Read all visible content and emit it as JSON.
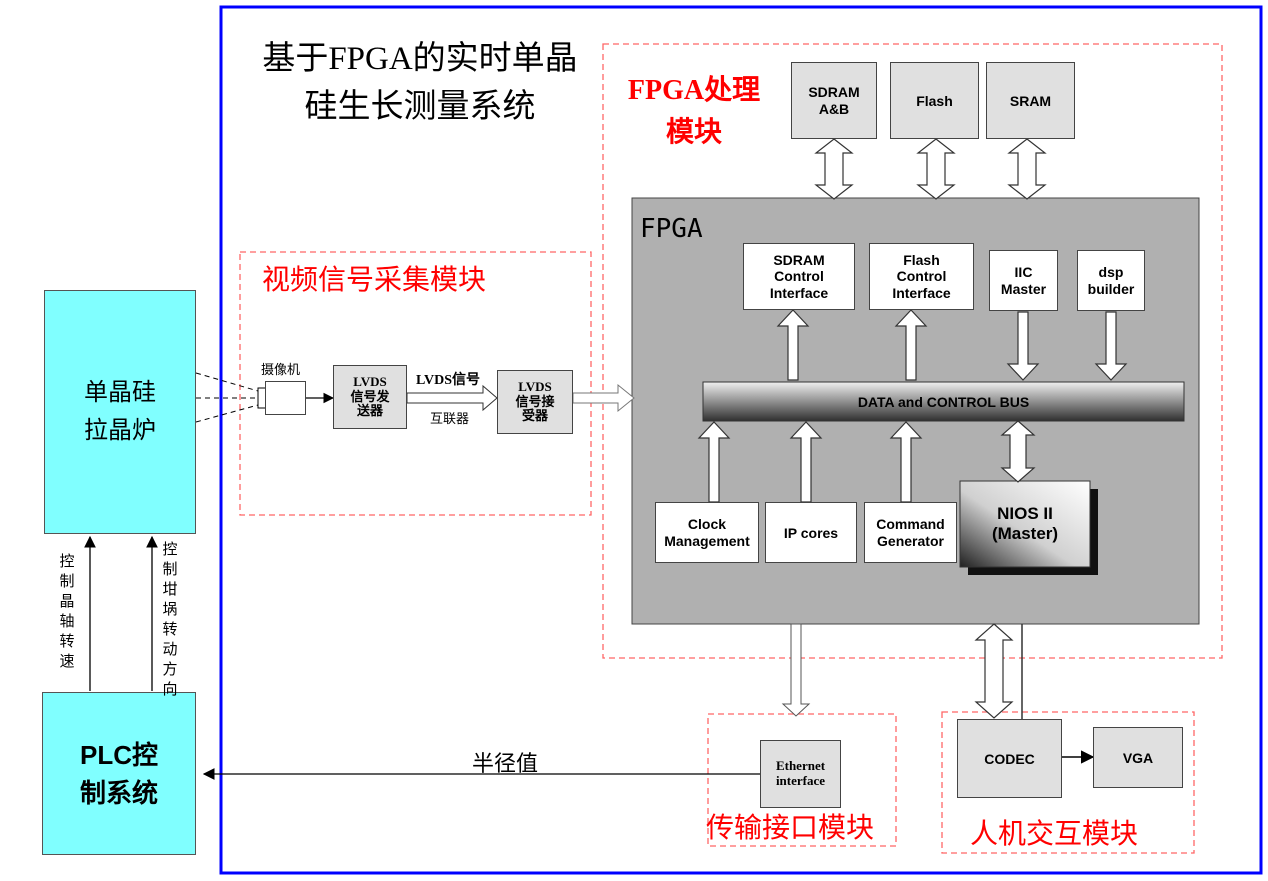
{
  "title": "基于FPGA的实时单晶硅生长测量系统",
  "modules": {
    "fpga_module_label": "FPGA处理模块",
    "video_module_label": "视频信号采集模块",
    "transmission_module_label": "传输接口模块",
    "hmi_module_label": "人机交互模块"
  },
  "external": {
    "furnace": "单晶硅\n拉晶炉",
    "plc": "PLC控\n制系统",
    "ctrl_speed": "控制晶轴转速",
    "ctrl_direction": "控制坩埚转动方向",
    "radius_value": "半径值"
  },
  "memory": {
    "sdram": "SDRAM\nA&B",
    "flash": "Flash",
    "sram": "SRAM"
  },
  "fpga": {
    "label": "FPGA",
    "bus": "DATA  and CONTROL BUS",
    "sdram_ctrl": "SDRAM\nControl\nInterface",
    "flash_ctrl": "Flash\nControl\nInterface",
    "iic": "IIC\nMaster",
    "dsp": "dsp\nbuilder",
    "clock": "Clock\nManagement",
    "ipcores": "IP cores",
    "command": "Command\nGenerator",
    "nios": "NIOS II\n(Master)"
  },
  "video": {
    "camera": "摄像机",
    "lvds_tx": "LVDS\n信号发\n送器",
    "lvds_signal": "LVDS信号",
    "interconnect": "互联器",
    "lvds_rx": "LVDS\n信号接\n受器"
  },
  "ethernet": "Ethernet\ninterface",
  "codec": "CODEC",
  "vga": "VGA",
  "colors": {
    "outer_border": "#0000ff",
    "module_border": "#ff6666",
    "module_label": "#ff0000",
    "external_fill": "#80ffff",
    "fpga_fill": "#b0b0b0",
    "component_fill": "#e0e0e0"
  }
}
